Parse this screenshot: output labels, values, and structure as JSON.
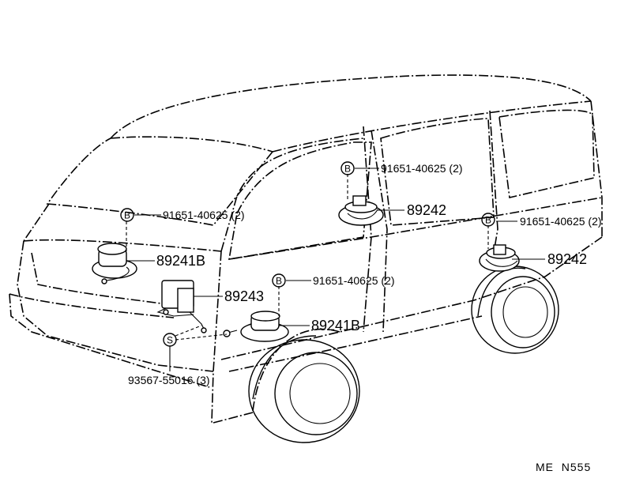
{
  "labels": {
    "headlamp_leveling_motor_left": "89241B",
    "headlamp_leveling_motor_right": "89241B",
    "leveling_sensor_front": "89242",
    "leveling_sensor_rear": "89242",
    "height_control_sensor": "89243",
    "bolt_marker_b": "B",
    "screw_marker_s": "S",
    "bolt_part_upper_mid": "91651-40625 (2)",
    "bolt_part_upper_right": "91651-40625 (2)",
    "bolt_part_left": "91651-40625 (2)",
    "bolt_part_center": "91651-40625 (2)",
    "screw_part": "93567-55016 (3)",
    "diagram_code": "ME  N555"
  }
}
